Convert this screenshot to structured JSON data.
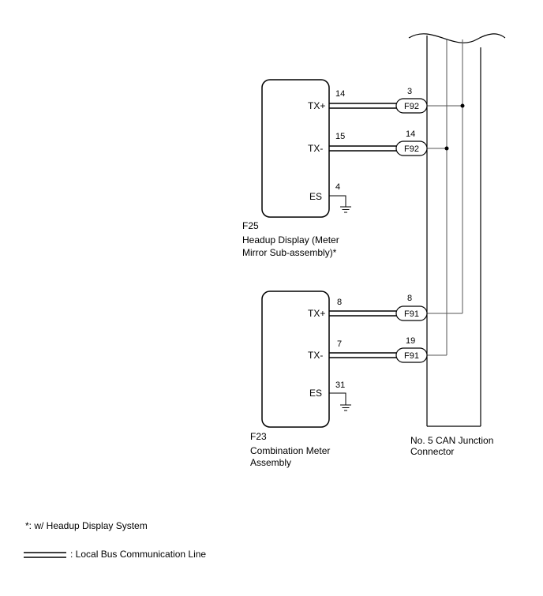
{
  "headup_display": {
    "code": "F25",
    "name_line1": "Headup Display (Meter",
    "name_line2": "Mirror Sub-assembly)*",
    "terminals": {
      "txp": {
        "label": "TX+",
        "pin": "14",
        "connector": "F92",
        "connector_pin": "3"
      },
      "txm": {
        "label": "TX-",
        "pin": "15",
        "connector": "F92",
        "connector_pin": "14"
      },
      "es": {
        "label": "ES",
        "pin": "4"
      }
    }
  },
  "combination_meter": {
    "code": "F23",
    "name_line1": "Combination Meter",
    "name_line2": "Assembly",
    "terminals": {
      "txp": {
        "label": "TX+",
        "pin": "8",
        "connector": "F91",
        "connector_pin": "8"
      },
      "txm": {
        "label": "TX-",
        "pin": "7",
        "connector": "F91",
        "connector_pin": "19"
      },
      "es": {
        "label": "ES",
        "pin": "31"
      }
    }
  },
  "junction": {
    "name_line1": "No. 5 CAN Junction",
    "name_line2": "Connector"
  },
  "legend": {
    "footnote": "*: w/ Headup Display System",
    "bus_line": ": Local Bus Communication Line"
  }
}
